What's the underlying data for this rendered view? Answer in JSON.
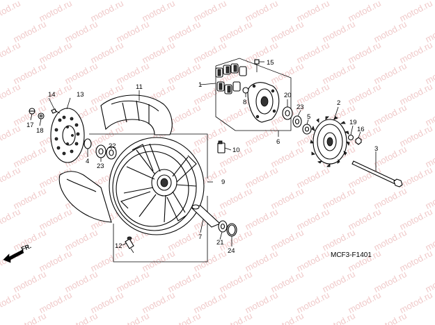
{
  "watermark": "motod.ru",
  "diagram_code": "MCF3-F1401",
  "direction_label": "FR.",
  "callouts": {
    "c1": "1",
    "c2": "2",
    "c3": "3",
    "c4": "4",
    "c5": "5",
    "c6": "6",
    "c7": "7",
    "c8": "8",
    "c9": "9",
    "c10": "10",
    "c11": "11",
    "c12": "12",
    "c13": "13",
    "c14": "14",
    "c15": "15",
    "c16": "16",
    "c17": "17",
    "c18": "18",
    "c19": "19",
    "c20": "20",
    "c21": "21",
    "c22": "22",
    "c23a": "23",
    "c23b": "23",
    "c24": "24"
  }
}
